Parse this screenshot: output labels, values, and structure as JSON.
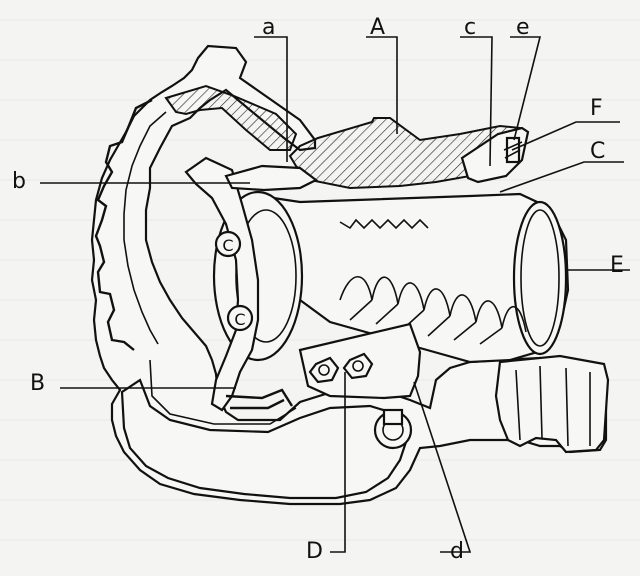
{
  "diagram": {
    "labels": {
      "a": "a",
      "A": "A",
      "c": "c",
      "e": "e",
      "F": "F",
      "C": "C",
      "b": "b",
      "E": "E",
      "B": "B",
      "D": "D",
      "d": "d"
    },
    "bolt_marks": [
      "C",
      "C"
    ]
  }
}
